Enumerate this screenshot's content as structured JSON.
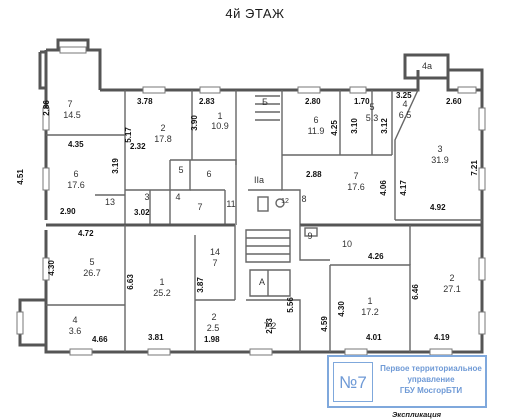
{
  "floor_title": "4й ЭТАЖ",
  "rooms": {
    "r7": {
      "num": "7",
      "area": "14.5"
    },
    "r6w": {
      "num": "6",
      "area": "17.6"
    },
    "r2": {
      "num": "2",
      "area": "17.8"
    },
    "r1t": {
      "num": "1",
      "area": "10.9"
    },
    "rB": {
      "num": "Б"
    },
    "r5s": {
      "num": "5"
    },
    "r6s": {
      "num": "6"
    },
    "r3s": {
      "num": "3"
    },
    "r4s": {
      "num": "4"
    },
    "r7s": {
      "num": "7"
    },
    "r11": {
      "num": "11"
    },
    "r13": {
      "num": "13"
    },
    "rIIa": {
      "num": "IIa"
    },
    "r6m": {
      "num": "6",
      "area": "11.9"
    },
    "r5m": {
      "num": "5",
      "area": "5.3"
    },
    "r4m": {
      "num": "4",
      "area": "6.5"
    },
    "r4a": {
      "num": "4a"
    },
    "r3r": {
      "num": "3",
      "area": "31.9"
    },
    "r7m": {
      "num": "7",
      "area": "17.6"
    },
    "r8": {
      "num": "8"
    },
    "r12": {
      "num": "12"
    },
    "r9": {
      "num": "9"
    },
    "r10": {
      "num": "10"
    },
    "r5b": {
      "num": "5",
      "area": "26.7"
    },
    "r4b": {
      "num": "4",
      "area": "3.6"
    },
    "r1b": {
      "num": "1",
      "area": "25.2"
    },
    "r14": {
      "num": "14",
      "area": "7"
    },
    "r2b": {
      "num": "2",
      "area": "2.5"
    },
    "rA": {
      "num": "А"
    },
    "r72": {
      "num": "7.2"
    },
    "r1m": {
      "num": "1",
      "area": "17.2"
    },
    "r2r": {
      "num": "2",
      "area": "27.1"
    }
  },
  "dims": {
    "d1": "2.86",
    "d2": "3.78",
    "d3": "2.83",
    "d4": "2.80",
    "d5": "1.70",
    "d6": "3.25",
    "d7": "2.60",
    "d8": "4.35",
    "d9": "5.17",
    "d10": "3.90",
    "d11": "4.25",
    "d12": "3.10",
    "d13": "3.12",
    "d14": "2.32",
    "d15": "3.19",
    "d16": "4.51",
    "d17": "2.88",
    "d18": "7.21",
    "d19": "4.06",
    "d20": "4.17",
    "d21": "2.90",
    "d22": "3.02",
    "d23": "4.92",
    "d24": "4.72",
    "d25": "4.26",
    "d26": "4.30",
    "d27": "6.63",
    "d28": "3.87",
    "d29": "5.56",
    "d30": "4.59",
    "d31": "4.30",
    "d32": "6.46",
    "d33": "4.66",
    "d34": "3.81",
    "d35": "1.98",
    "d36": "2.53",
    "d37": "4.01",
    "d38": "4.19"
  },
  "stamp": {
    "number": "№7",
    "line1": "Первое территориальное",
    "line2": "управление",
    "line3": "ГБУ МосгорБТИ"
  },
  "explication_label": "Экспликация"
}
